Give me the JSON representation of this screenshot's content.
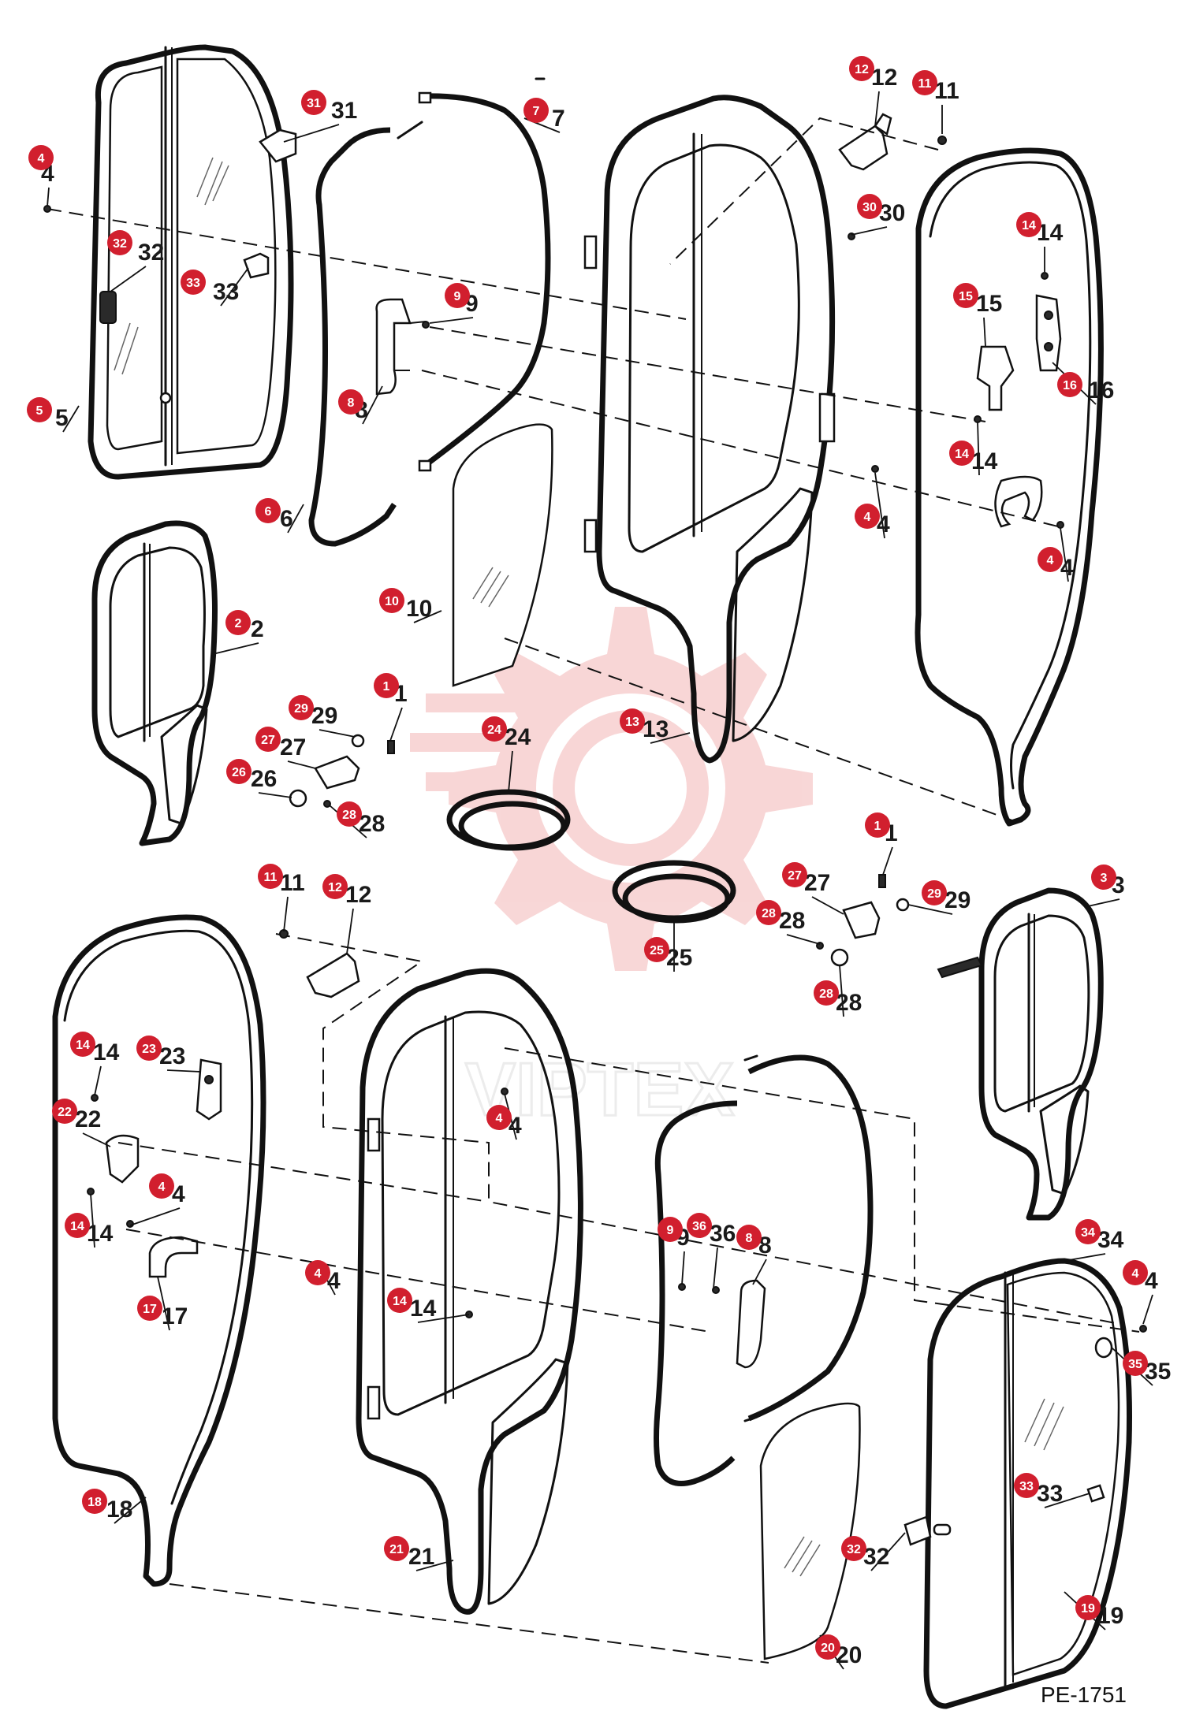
{
  "figure_code": "PE-1751",
  "watermark_text": "VIPTEX",
  "colors": {
    "badge": "#d11f2e",
    "watermark": "#f3b6b6",
    "line": "#111111"
  },
  "callouts": [
    {
      "n": "1",
      "label": "1"
    },
    {
      "n": "2",
      "label": "2"
    },
    {
      "n": "3",
      "label": "3"
    },
    {
      "n": "4",
      "label": "4"
    },
    {
      "n": "5",
      "label": "5"
    },
    {
      "n": "6",
      "label": "6"
    },
    {
      "n": "7",
      "label": "7"
    },
    {
      "n": "8",
      "label": "8"
    },
    {
      "n": "9",
      "label": "9"
    },
    {
      "n": "10",
      "label": "10"
    },
    {
      "n": "11",
      "label": "11"
    },
    {
      "n": "12",
      "label": "12"
    },
    {
      "n": "13",
      "label": "13"
    },
    {
      "n": "14",
      "label": "14"
    },
    {
      "n": "15",
      "label": "15"
    },
    {
      "n": "16",
      "label": "16"
    },
    {
      "n": "17",
      "label": "17"
    },
    {
      "n": "18",
      "label": "18"
    },
    {
      "n": "19",
      "label": "19"
    },
    {
      "n": "20",
      "label": "20"
    },
    {
      "n": "21",
      "label": "21"
    },
    {
      "n": "22",
      "label": "22"
    },
    {
      "n": "23",
      "label": "23"
    },
    {
      "n": "24",
      "label": "24"
    },
    {
      "n": "25",
      "label": "25"
    },
    {
      "n": "26",
      "label": "26"
    },
    {
      "n": "27",
      "label": "27"
    },
    {
      "n": "28",
      "label": "28"
    },
    {
      "n": "29",
      "label": "29"
    },
    {
      "n": "30",
      "label": "30"
    },
    {
      "n": "31",
      "label": "31"
    },
    {
      "n": "32",
      "label": "32"
    },
    {
      "n": "33",
      "label": "33"
    },
    {
      "n": "34",
      "label": "34"
    },
    {
      "n": "35",
      "label": "35"
    },
    {
      "n": "36",
      "label": "36"
    }
  ]
}
